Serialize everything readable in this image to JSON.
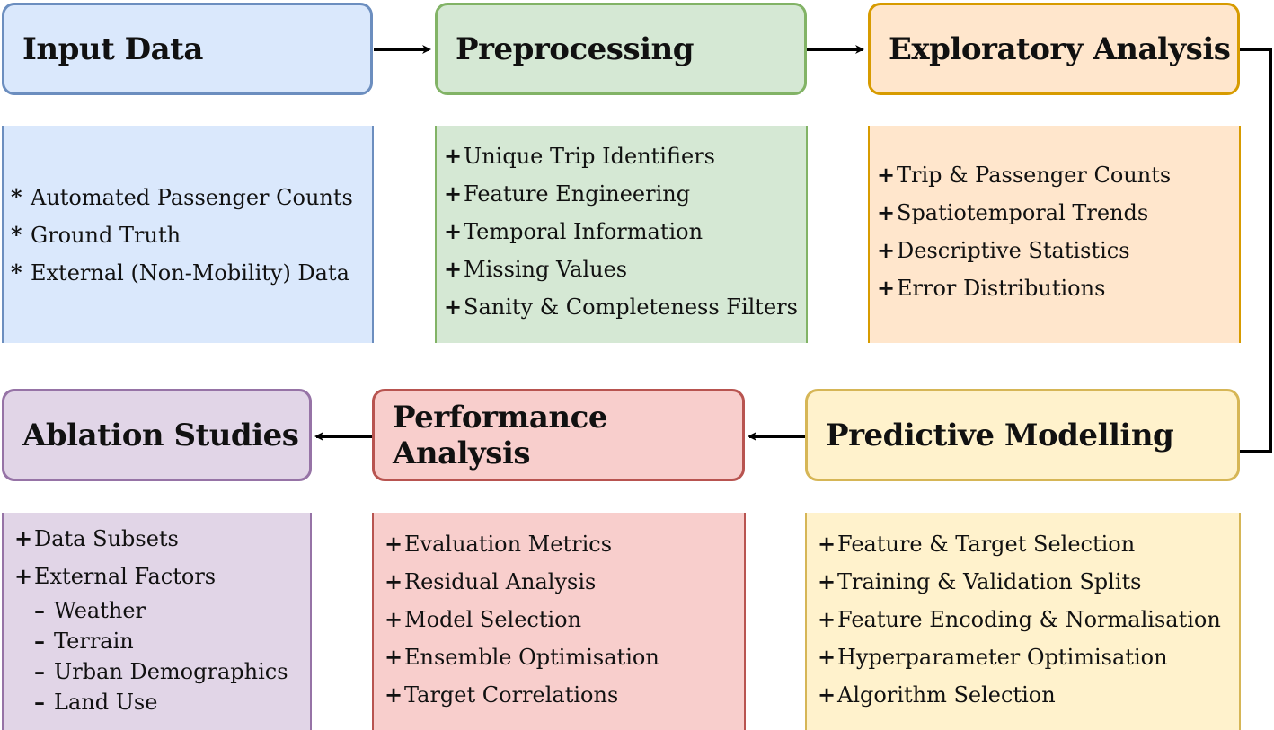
{
  "colors": {
    "blue": {
      "fill": "#dae8fc",
      "border": "#6c8ebf"
    },
    "green": {
      "fill": "#d5e8d4",
      "border": "#82b366"
    },
    "orange": {
      "fill": "#ffe6cc",
      "border": "#d79b00"
    },
    "yellow": {
      "fill": "#fff2cc",
      "border": "#d6b656"
    },
    "red": {
      "fill": "#f8cecc",
      "border": "#b85450"
    },
    "purple": {
      "fill": "#e1d5e7",
      "border": "#9673a6"
    }
  },
  "stages": {
    "input": {
      "title": "Input Data",
      "items": [
        {
          "marker": "*",
          "text": "Automated Passenger Counts"
        },
        {
          "marker": "*",
          "text": "Ground Truth"
        },
        {
          "marker": "*",
          "text": "External (Non-Mobility) Data"
        }
      ]
    },
    "preprocessing": {
      "title": "Preprocessing",
      "items": [
        {
          "marker": "+",
          "text": "Unique Trip Identifiers"
        },
        {
          "marker": "+",
          "text": "Feature Engineering"
        },
        {
          "marker": "+",
          "text": "Temporal Information"
        },
        {
          "marker": "+",
          "text": "Missing Values"
        },
        {
          "marker": "+",
          "text": "Sanity & Completeness Filters"
        }
      ]
    },
    "exploratory": {
      "title": "Exploratory Analysis",
      "items": [
        {
          "marker": "+",
          "text": "Trip & Passenger Counts"
        },
        {
          "marker": "+",
          "text": "Spatiotemporal Trends"
        },
        {
          "marker": "+",
          "text": "Descriptive Statistics"
        },
        {
          "marker": "+",
          "text": "Error Distributions"
        }
      ]
    },
    "predictive": {
      "title": "Predictive Modelling",
      "items": [
        {
          "marker": "+",
          "text": "Feature & Target Selection"
        },
        {
          "marker": "+",
          "text": "Training & Validation Splits"
        },
        {
          "marker": "+",
          "text": "Feature Encoding & Normalisation"
        },
        {
          "marker": "+",
          "text": "Hyperparameter Optimisation"
        },
        {
          "marker": "+",
          "text": "Algorithm Selection"
        }
      ]
    },
    "performance": {
      "title": "Performance Analysis",
      "items": [
        {
          "marker": "+",
          "text": "Evaluation Metrics"
        },
        {
          "marker": "+",
          "text": "Residual Analysis"
        },
        {
          "marker": "+",
          "text": "Model Selection"
        },
        {
          "marker": "+",
          "text": "Ensemble Optimisation"
        },
        {
          "marker": "+",
          "text": "Target Correlations"
        }
      ]
    },
    "ablation": {
      "title": "Ablation Studies",
      "items": [
        {
          "marker": "+",
          "text": "Data Subsets"
        },
        {
          "marker": "+",
          "text": "External Factors"
        },
        {
          "marker": "–",
          "text": "Weather",
          "sub": true
        },
        {
          "marker": "–",
          "text": "Terrain",
          "sub": true
        },
        {
          "marker": "–",
          "text": "Urban Demographics",
          "sub": true
        },
        {
          "marker": "–",
          "text": "Land Use",
          "sub": true
        }
      ]
    }
  }
}
